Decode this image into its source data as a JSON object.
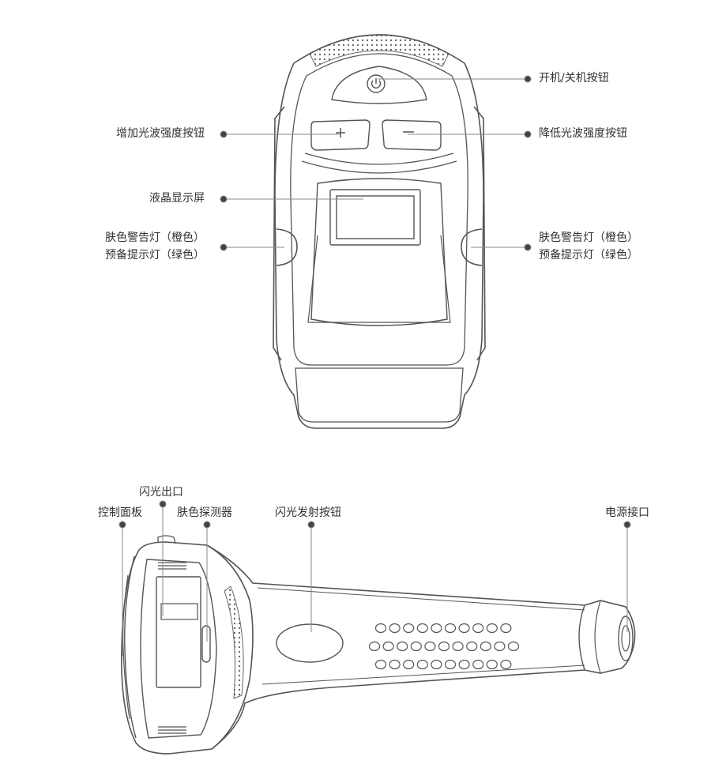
{
  "colors": {
    "outline": "#555555",
    "leader": "#8a8a8a",
    "text": "#333333",
    "dot": "#444444"
  },
  "front_view": {
    "labels": {
      "power_button": "开机/关机按钮",
      "increase_button": "增加光波强度按钮",
      "decrease_button": "降低光波强度按钮",
      "lcd_screen": "液晶显示屏",
      "indicator_left": [
        "肤色警告灯（橙色）",
        "预备提示灯（绿色）"
      ],
      "indicator_right": [
        "肤色警告灯（橙色）",
        "预备提示灯（绿色）"
      ]
    },
    "icons": {
      "power": "power-icon",
      "plus": "plus-icon",
      "minus": "minus-icon"
    }
  },
  "side_view": {
    "labels": {
      "flash_outlet": "闪光出口",
      "control_panel": "控制面板",
      "skin_sensor": "肤色探测器",
      "flash_button": "闪光发射按钮",
      "power_port": "电源接口"
    }
  }
}
